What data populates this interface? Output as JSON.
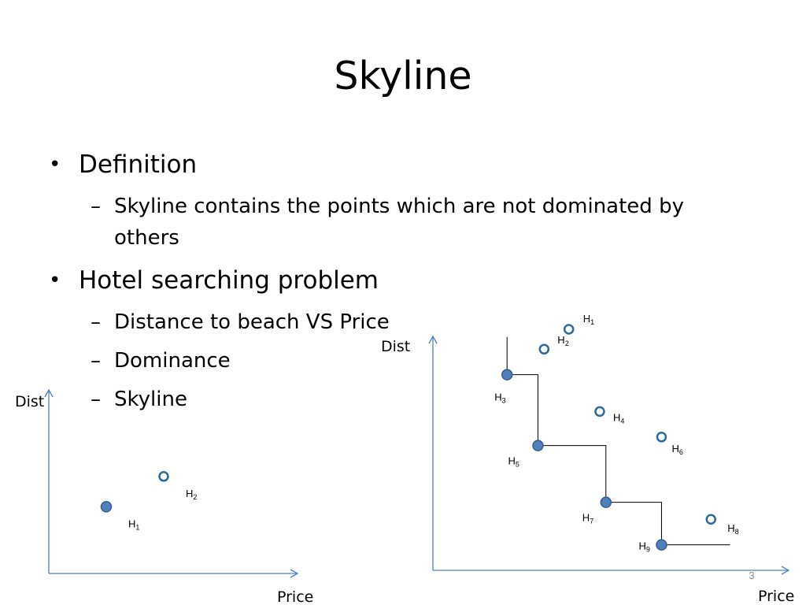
{
  "title": "Skyline",
  "bullets": [
    {
      "text": "Definition",
      "subs": [
        "Skyline contains the points which are not dominated by others"
      ]
    },
    {
      "text": "Hotel searching problem",
      "subs": [
        "Distance to beach VS Price",
        "Dominance",
        "Skyline"
      ]
    }
  ],
  "slide_number": "3",
  "colors": {
    "axis": "#4f81bd",
    "point_fill": "#4f81bd",
    "point_stroke": "#385d8a",
    "open_stroke": "#2e6a9a",
    "skyline_line": "#000000"
  },
  "chart_data": [
    {
      "type": "scatter",
      "xlabel": "Price",
      "ylabel": "Dist",
      "points": [
        {
          "label": "H",
          "sub": "1",
          "x": 1.0,
          "y": 1.1,
          "filled": true
        },
        {
          "label": "H",
          "sub": "2",
          "x": 2.0,
          "y": 1.6,
          "filled": false
        }
      ]
    },
    {
      "type": "scatter",
      "xlabel": "Price",
      "ylabel": "Dist",
      "skyline": [
        "H3",
        "H5",
        "H7",
        "H9"
      ],
      "points": [
        {
          "label": "H",
          "sub": "1",
          "x": 2.2,
          "y": 8.5,
          "filled": false
        },
        {
          "label": "H",
          "sub": "2",
          "x": 1.8,
          "y": 7.8,
          "filled": false
        },
        {
          "label": "H",
          "sub": "3",
          "x": 1.2,
          "y": 6.9,
          "filled": true
        },
        {
          "label": "H",
          "sub": "4",
          "x": 2.7,
          "y": 5.6,
          "filled": false
        },
        {
          "label": "H",
          "sub": "5",
          "x": 1.7,
          "y": 4.4,
          "filled": true
        },
        {
          "label": "H",
          "sub": "6",
          "x": 3.7,
          "y": 4.7,
          "filled": false
        },
        {
          "label": "H",
          "sub": "7",
          "x": 2.8,
          "y": 2.4,
          "filled": true
        },
        {
          "label": "H",
          "sub": "8",
          "x": 4.5,
          "y": 1.8,
          "filled": false
        },
        {
          "label": "H",
          "sub": "9",
          "x": 3.7,
          "y": 0.9,
          "filled": true
        }
      ]
    }
  ]
}
